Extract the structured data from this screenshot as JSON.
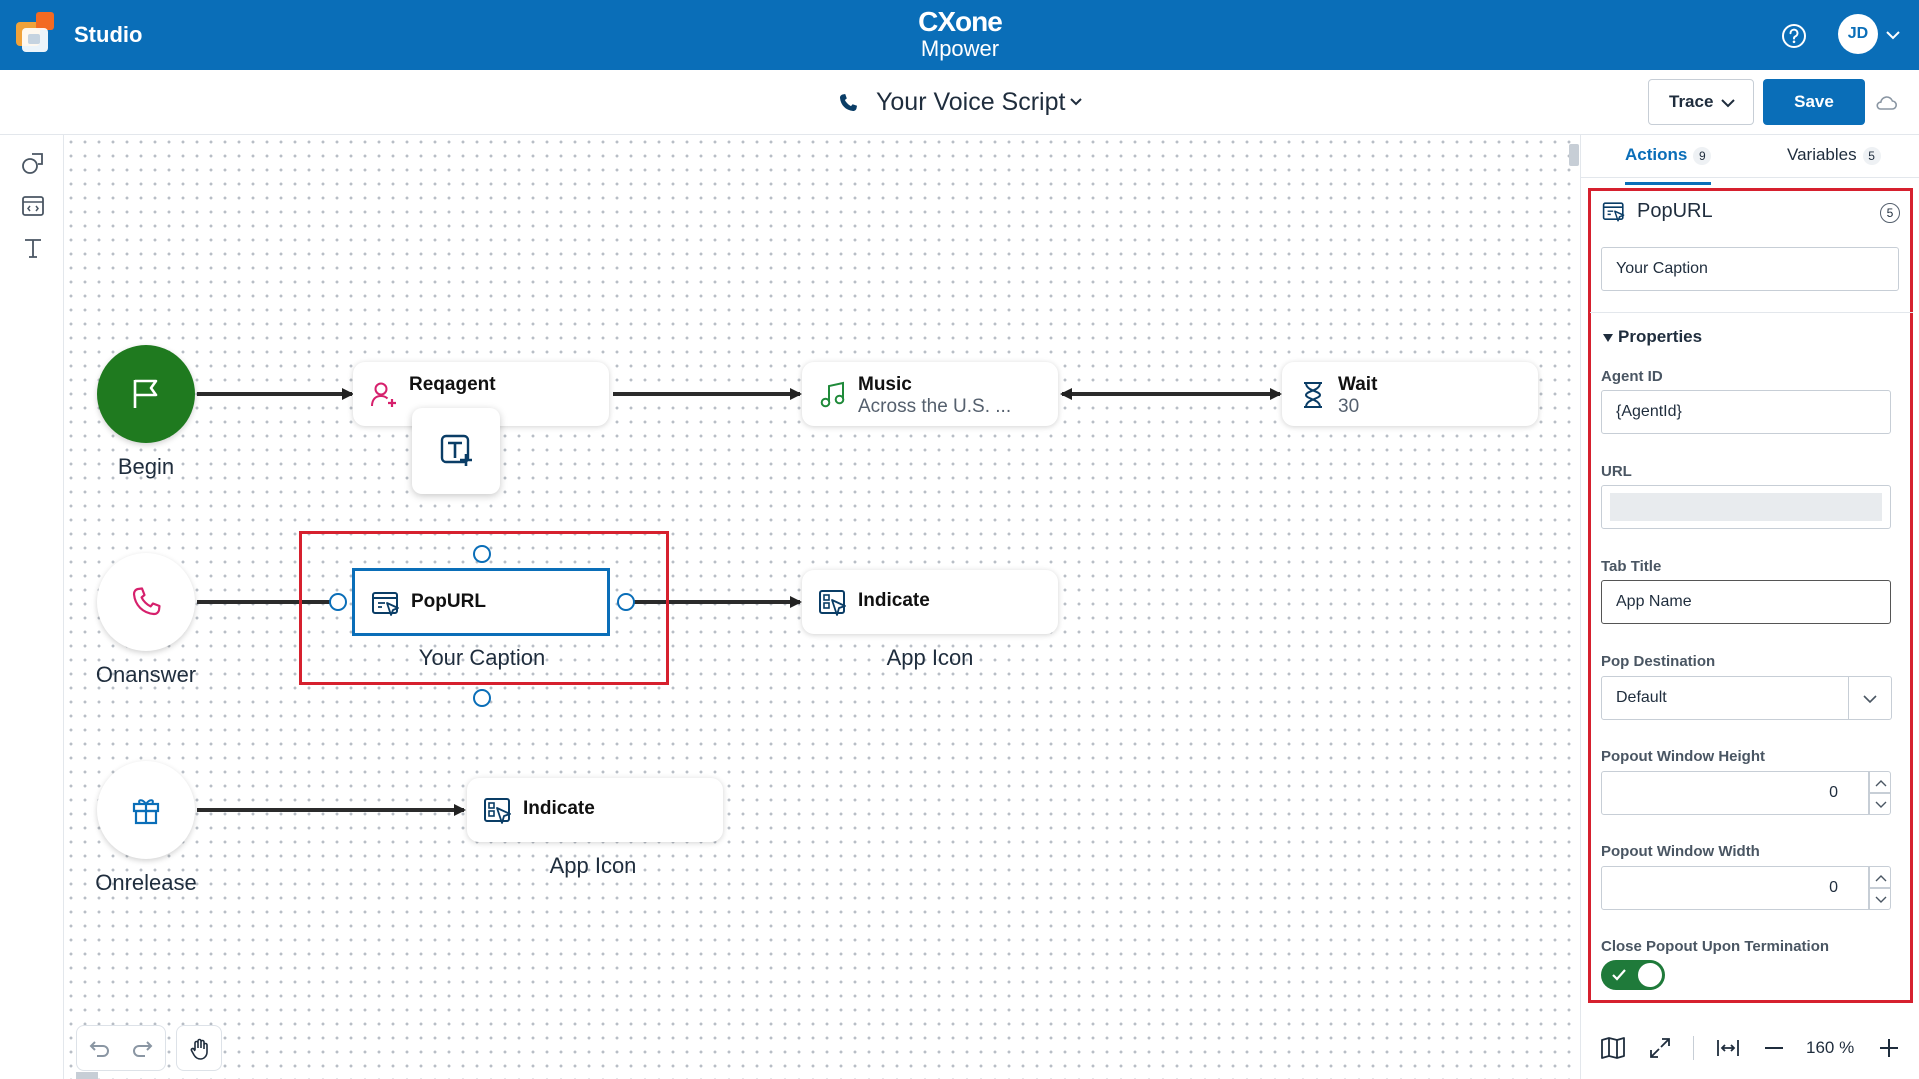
{
  "app": {
    "name": "Studio",
    "logo_l1": "CXone",
    "logo_l2": "Mpower",
    "user_initials": "JD"
  },
  "header": {
    "script_title": "Your Voice Script",
    "trace_label": "Trace",
    "save_label": "Save"
  },
  "canvas": {
    "start_nodes": [
      {
        "label": "Begin"
      },
      {
        "label": "Onanswer"
      },
      {
        "label": "Onrelease"
      }
    ],
    "actions": {
      "reqagent": {
        "name": "Reqagent"
      },
      "music": {
        "name": "Music",
        "sub": "Across the U.S. ..."
      },
      "wait": {
        "name": "Wait",
        "sub": "30"
      },
      "popurl": {
        "name": "PopURL",
        "caption": "Your Caption"
      },
      "indicate1": {
        "name": "Indicate",
        "caption": "App Icon"
      },
      "indicate2": {
        "name": "Indicate",
        "caption": "App Icon"
      }
    },
    "zoom_label": "160 %"
  },
  "panel": {
    "tabs": [
      {
        "label": "Actions",
        "count": "9"
      },
      {
        "label": "Variables",
        "count": "5"
      }
    ],
    "action_title": "PopURL",
    "action_badge": "5",
    "caption_value": "Your Caption",
    "properties_label": "Properties",
    "fields": {
      "agent_id": {
        "label": "Agent ID",
        "value": "{AgentId}"
      },
      "url": {
        "label": "URL",
        "value": ""
      },
      "tab_title": {
        "label": "Tab Title",
        "value": "App Name"
      },
      "pop_destination": {
        "label": "Pop Destination",
        "value": "Default"
      },
      "popout_height": {
        "label": "Popout Window Height",
        "value": "0"
      },
      "popout_width": {
        "label": "Popout Window Width",
        "value": "0"
      },
      "close_popout": {
        "label": "Close Popout Upon Termination",
        "value": true
      }
    }
  },
  "colors": {
    "brand": "#0a6eb8",
    "highlight": "#d6202e",
    "begin": "#1f7a1f",
    "toggle_on": "#1f7a3a"
  }
}
